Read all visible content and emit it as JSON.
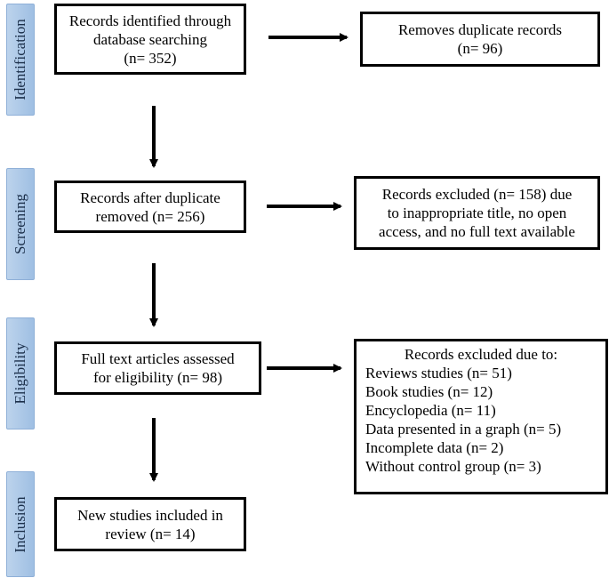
{
  "stages": [
    "Identification",
    "Screening",
    "Eligibility",
    "Inclusion"
  ],
  "boxes": {
    "identified": [
      "Records identified through",
      "database searching",
      "(n= 352)"
    ],
    "duplicates_removed": [
      "Removes duplicate records",
      "(n= 96)"
    ],
    "after_duplicates": [
      "Records after duplicate",
      "removed (n= 256)"
    ],
    "excluded_title": [
      "Records excluded (n= 158) due",
      "to inappropriate title, no open",
      "access, and no full text available"
    ],
    "fulltext": [
      "Full text articles  assessed",
      "for eligibility  (n= 98)"
    ],
    "excluded_reasons_title": "Records excluded due to:",
    "excluded_reasons": [
      "Reviews studies (n= 51)",
      "Book studies (n= 12)",
      "Encyclopedia (n= 11)",
      "Data presented in a graph (n= 5)",
      "Incomplete data (n= 2)",
      "Without control group (n= 3)"
    ],
    "included": [
      "New studies included in",
      "review (n= 14)"
    ]
  }
}
